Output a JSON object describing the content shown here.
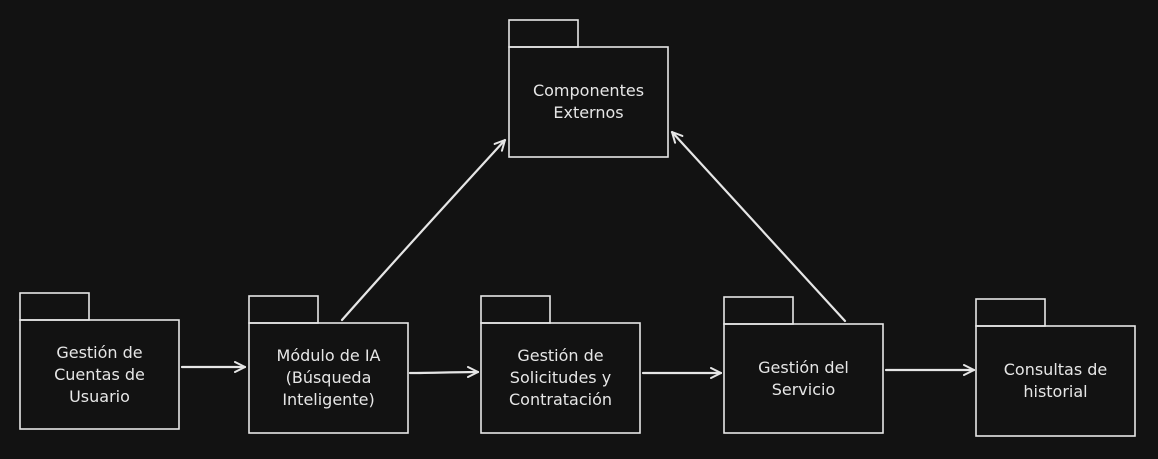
{
  "diagram": {
    "type": "package-diagram",
    "packages": [
      {
        "id": "cuentas",
        "label": "Gestión de\nCuentas de\nUsuario"
      },
      {
        "id": "ia",
        "label": "Módulo de IA\n(Búsqueda\nInteligente)"
      },
      {
        "id": "solicitudes",
        "label": "Gestión de\nSolicitudes y\nContratación"
      },
      {
        "id": "servicio",
        "label": "Gestión del\nServicio"
      },
      {
        "id": "historial",
        "label": "Consultas de\nhistorial"
      },
      {
        "id": "externos",
        "label": "Componentes\nExternos"
      }
    ],
    "edges": [
      {
        "from": "cuentas",
        "to": "ia"
      },
      {
        "from": "ia",
        "to": "solicitudes"
      },
      {
        "from": "solicitudes",
        "to": "servicio"
      },
      {
        "from": "servicio",
        "to": "historial"
      },
      {
        "from": "ia",
        "to": "externos"
      },
      {
        "from": "servicio",
        "to": "externos"
      }
    ],
    "colors": {
      "background": "#121212",
      "stroke": "#e6e6e6",
      "text": "#e6e6e6"
    }
  }
}
